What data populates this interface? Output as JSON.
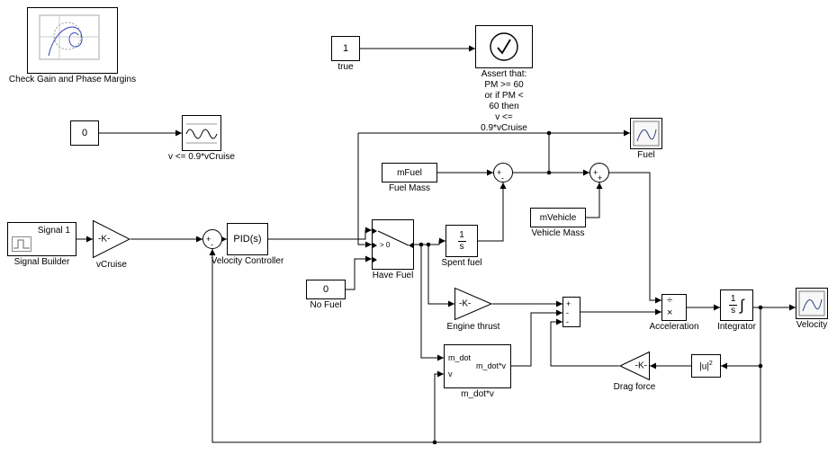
{
  "diagram": {
    "blocks": {
      "check_margins": {
        "label": "Check Gain and Phase Margins"
      },
      "true_const": {
        "value": "1",
        "label": "true"
      },
      "assert_block": {
        "label": "Assert that:\nPM >= 60 or if PM < 60 then\nv <= 0.9*vCruise"
      },
      "zero_check": {
        "value": "0"
      },
      "check_vcruise": {
        "label": "v <= 0.9*vCruise"
      },
      "signal_builder": {
        "signal": "Signal 1",
        "label": "Signal Builder"
      },
      "vcruise_gain": {
        "value": "-K-",
        "label": "vCruise"
      },
      "sum_vcruise": {
        "signs": [
          "+",
          "-"
        ]
      },
      "pid": {
        "value": "PID(s)",
        "label": "Velocity Controller"
      },
      "have_fuel_switch": {
        "criteria": "> 0",
        "label": "Have Fuel"
      },
      "no_fuel": {
        "value": "0",
        "label": "No Fuel"
      },
      "fuel_mass": {
        "value": "mFuel",
        "label": "Fuel Mass"
      },
      "sum_fuel": {
        "signs": [
          "+",
          "-"
        ]
      },
      "vehicle_mass": {
        "value": "mVehicle",
        "label": "Vehicle Mass"
      },
      "sum_mass": {
        "signs": [
          "+",
          "+"
        ]
      },
      "fuel_scope": {
        "label": "Fuel"
      },
      "spent_fuel": {
        "numerator": "1",
        "denominator": "s",
        "label": "Spent fuel"
      },
      "engine_thrust": {
        "value": "-K-",
        "label": "Engine thrust"
      },
      "mdotv": {
        "port1": "m_dot",
        "port2": "v",
        "value": "m_dot*v",
        "label": "m_dot*v"
      },
      "sum_forces": {
        "signs": [
          "+",
          "-",
          "-"
        ]
      },
      "acceleration": {
        "div_sign": "÷",
        "mul_sign": "×",
        "label": "Acceleration"
      },
      "integrator": {
        "numerator": "1",
        "denominator": "s",
        "int_sign": "∫",
        "label": "Integrator"
      },
      "velocity_scope": {
        "label": "Velocity"
      },
      "drag_force": {
        "value": "-K-",
        "label": "Drag force"
      },
      "abs_square": {
        "value": "|u|",
        "exponent": "2"
      }
    }
  }
}
